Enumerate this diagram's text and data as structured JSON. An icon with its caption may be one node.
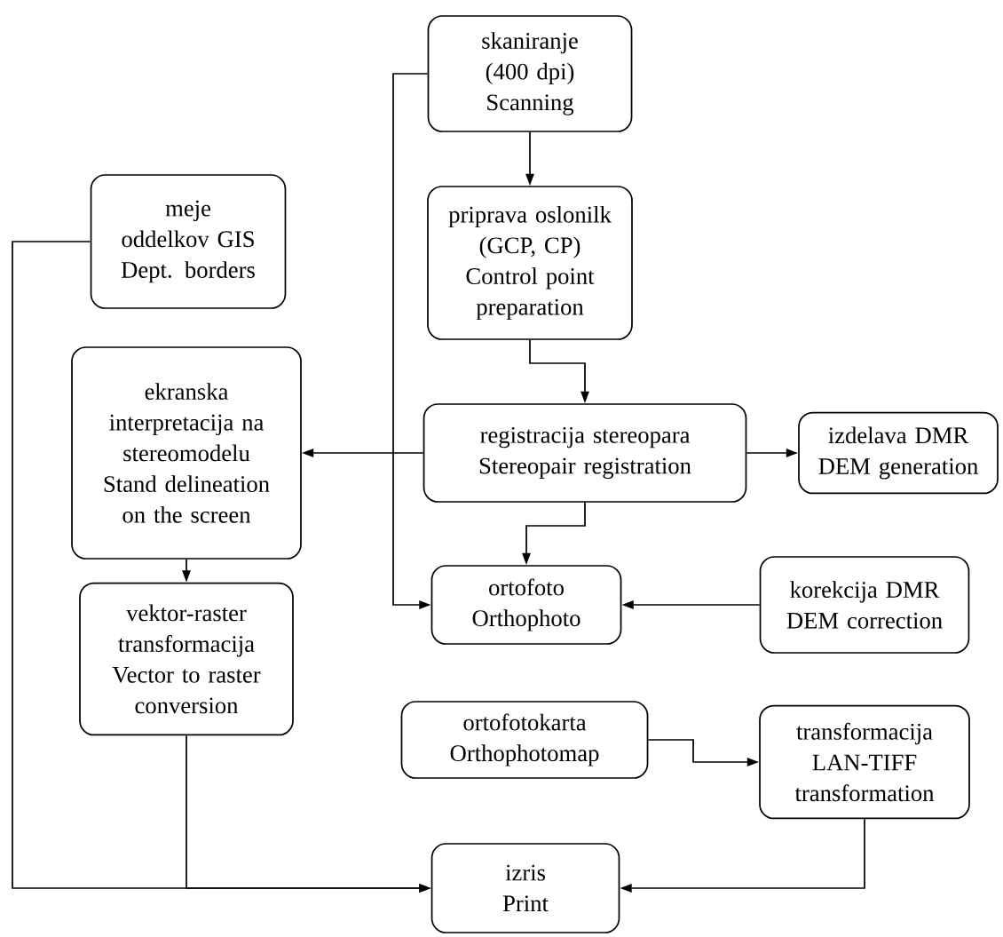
{
  "diagram": {
    "nodes": [
      {
        "text": [
          "skaniranje (400 dpi)",
          "Scanning"
        ]
      },
      {
        "text": [
          "meje oddelkov GIS",
          "Dept. borders"
        ]
      },
      {
        "text": [
          "priprava oslonilk (GCP, CP)",
          "Control point preparation"
        ]
      },
      {
        "text": [
          "ekranska interpretacija na stereomodelu",
          "Stand delineation on the screen"
        ]
      },
      {
        "text": [
          "registracija stereopara",
          "Stereopair registration"
        ]
      },
      {
        "text": [
          "izdelava DMR",
          "DEM generation"
        ]
      },
      {
        "text": [
          "vektor-raster transformacija",
          "Vector to raster conversion"
        ]
      },
      {
        "text": [
          "ortofoto",
          "Orthophoto"
        ]
      },
      {
        "text": [
          "korekcija DMR",
          "DEM correction"
        ]
      },
      {
        "text": [
          "ortofotokarta",
          "Orthophotomap"
        ]
      },
      {
        "text": [
          "transformacija LAN-TIFF",
          "transformation"
        ]
      },
      {
        "text": [
          "izris",
          "Print"
        ]
      }
    ],
    "edges": [
      {
        "from": 0,
        "to": 2,
        "arrow": "to"
      },
      {
        "from": 0,
        "to": 7,
        "arrow": "to"
      },
      {
        "from": 2,
        "to": 4,
        "arrow": "to"
      },
      {
        "from": 4,
        "to": 3,
        "arrow": "to"
      },
      {
        "from": 4,
        "to": 5,
        "arrow": "to"
      },
      {
        "from": 4,
        "to": 7,
        "arrow": "to"
      },
      {
        "from": 3,
        "to": 6,
        "arrow": "to"
      },
      {
        "from": 8,
        "to": 7,
        "arrow": "to"
      },
      {
        "from": 9,
        "to": 10,
        "arrow": "to"
      },
      {
        "from": 1,
        "to": 11,
        "arrow": "to"
      },
      {
        "from": 6,
        "to": 11,
        "arrow": "to"
      },
      {
        "from": 10,
        "to": 11,
        "arrow": "to"
      }
    ]
  }
}
